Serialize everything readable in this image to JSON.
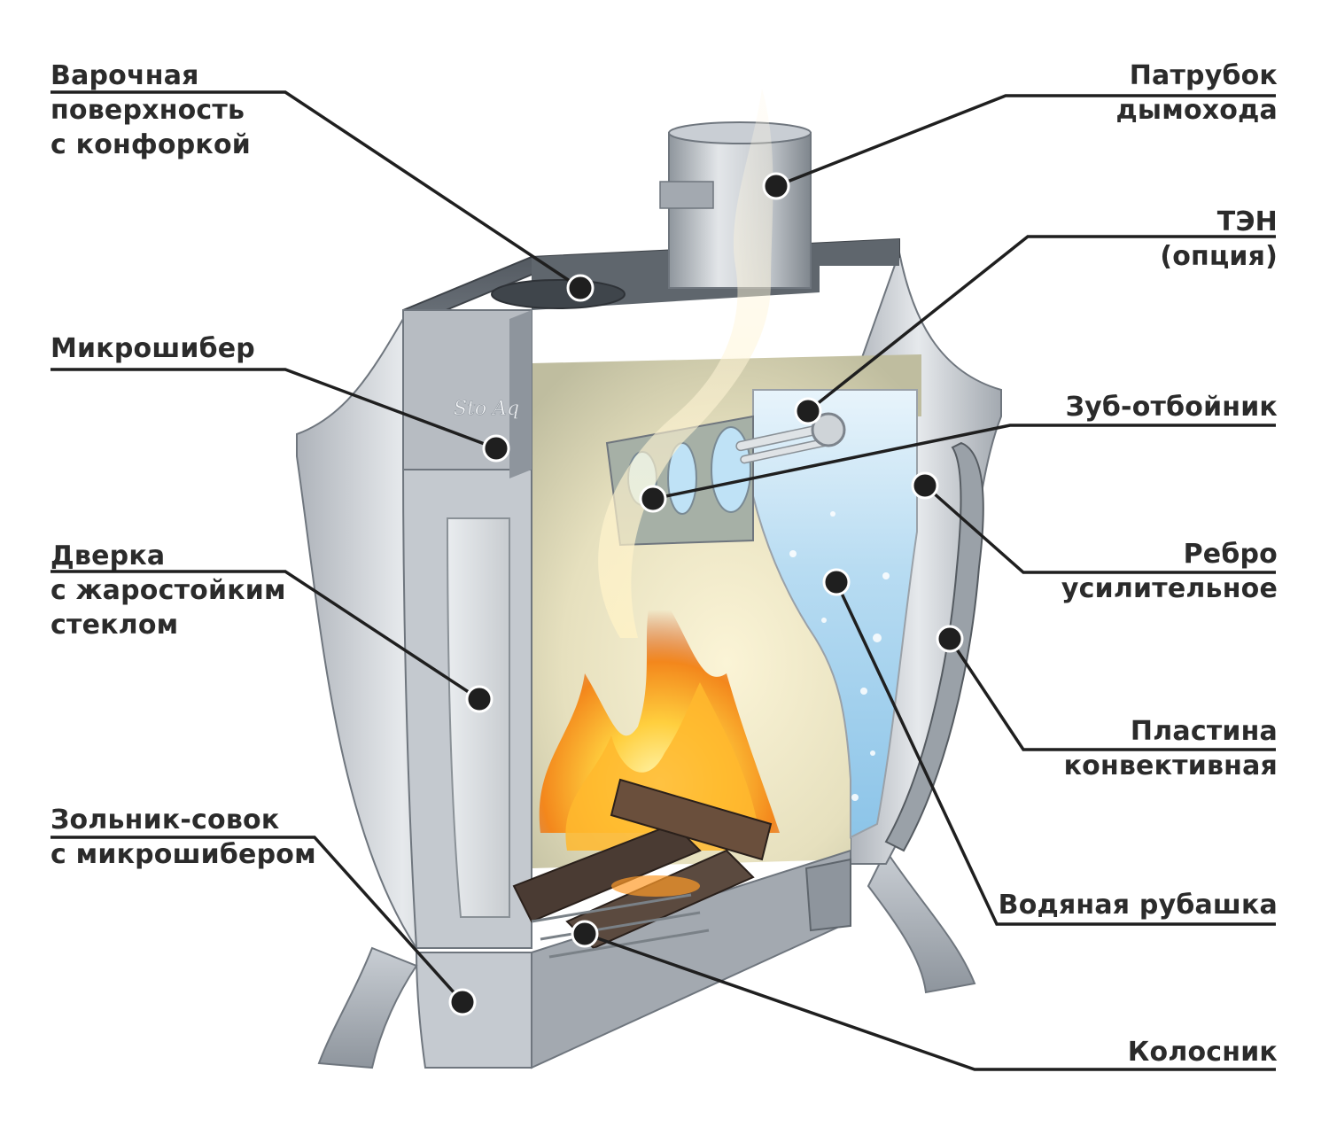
{
  "labels": {
    "cooktop": [
      "Варочная",
      "поверхность",
      "с конфоркой"
    ],
    "micro_damper": [
      "Микрошибер"
    ],
    "door": [
      "Дверка",
      "с жаростойким",
      "стеклом"
    ],
    "ash_pan": [
      "Зольник-совок",
      "с микрошибером"
    ],
    "flue_pipe": [
      "Патрубок",
      "дымохода"
    ],
    "heating_element": [
      "ТЭН",
      "(опция)"
    ],
    "deflector_tooth": [
      "Зуб-отбойник"
    ],
    "stiffening_rib": [
      "Ребро",
      "усилительное"
    ],
    "convection_plate": [
      "Пластина",
      "конвективная"
    ],
    "water_jacket": [
      "Водяная рубашка"
    ],
    "grate": [
      "Колосник"
    ]
  },
  "logo_text": "Sto Aq",
  "colors": {
    "text": "#2b2b2b",
    "leader_line": "#1f1f1f",
    "marker": "#1f1f1f",
    "steel_light": "#d9dde2",
    "steel_mid": "#b9bec5",
    "steel_dark": "#7d848c",
    "water": "#bfe0f5",
    "fire_orange": "#f28a1c",
    "fire_yellow": "#ffd24a"
  }
}
